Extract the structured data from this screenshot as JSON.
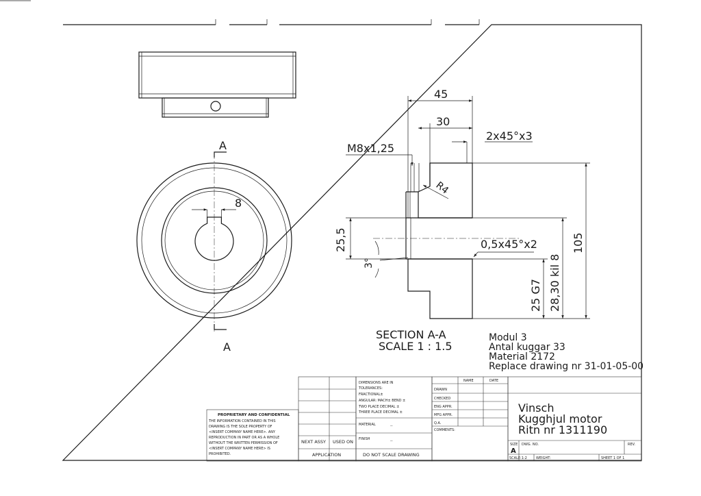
{
  "top_view": {
    "section_label_top": "A",
    "section_label_bottom": "A",
    "keyway_width": "8"
  },
  "section_view": {
    "dims": {
      "overall_length": "45",
      "hub_length": "30",
      "chamfer_outer": "2x45°x3",
      "thread": "M8x1,25",
      "radius": "R4",
      "chamfer_inner": "0,5x45°x2",
      "hub_height": "25,5",
      "taper_angle": "3°",
      "outer_diameter": "105",
      "pitch_diameter": "28,30 kil 8",
      "bore": "25 G7"
    },
    "title": "SECTION A-A",
    "scale": "SCALE 1 : 1.5"
  },
  "notes": [
    "Modul 3",
    "Antal kuggar 33",
    "Material 2172",
    "Replace drawing nr 31-01-05-00"
  ],
  "title_block": {
    "tolerances": [
      "DIMENSIONS ARE IN",
      "TOLERANCES:",
      "FRACTIONAL±",
      "ANGULAR: MACH±   BEND ±",
      "TWO PLACE DECIMAL   ±",
      "THREE PLACE DECIMAL  ±"
    ],
    "material_label": "MATERIAL",
    "material_value": "--",
    "finish_label": "FINISH",
    "finish_value": "--",
    "next_assy": "NEXT ASSY",
    "used_on": "USED ON",
    "application": "APPLICATION",
    "do_not_scale": "DO NOT SCALE DRAWING",
    "col_name": "NAME",
    "col_date": "DATE",
    "rows": [
      "DRAWN",
      "CHECKED",
      "ENG APPR.",
      "MFG APPR.",
      "Q.A.",
      "COMMENTS:"
    ],
    "proprietary_title": "PROPRIETARY AND CONFIDENTIAL",
    "proprietary_lines": [
      "THE INFORMATION CONTAINED IN THIS",
      "DRAWING IS THE SOLE PROPERTY OF",
      "<INSERT COMPANY NAME HERE>.  ANY",
      "REPRODUCTION IN PART OR AS A WHOLE",
      "WITHOUT THE WRITTEN PERMISSION OF",
      "<INSERT COMPANY NAME HERE> IS",
      "PROHIBITED."
    ],
    "title_lines": [
      "Vinsch",
      "Kugghjul motor",
      "Ritn nr 1311190"
    ],
    "size_label": "SIZE",
    "size_value": "A",
    "dwg_no_label": "DWG.  NO.",
    "rev_label": "REV.",
    "scale_label": "SCALE:1:2",
    "weight_label": "WEIGHT:",
    "sheet_label": "SHEET 1 OF 1"
  }
}
